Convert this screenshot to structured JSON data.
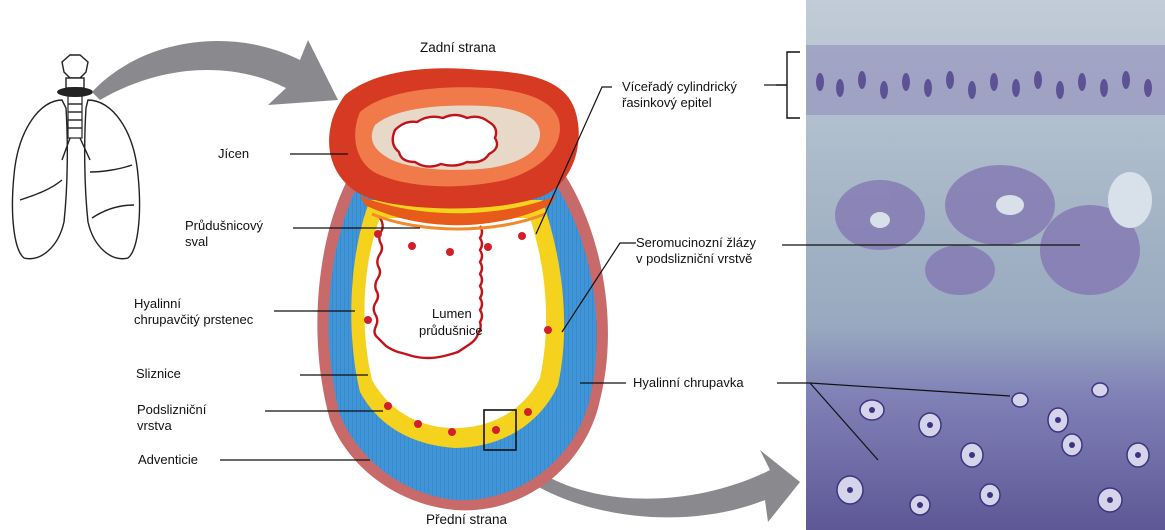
{
  "labels": {
    "top": "Zadní strana",
    "bottom": "Přední strana",
    "jicen": "Jícen",
    "sval_1": "Průdušnicový",
    "sval_2": "sval",
    "hyalinni_1": "Hyalinní",
    "hyalinni_2": "chrupavčitý prstenec",
    "sliznice": "Sliznice",
    "podsliz_1": "Podslizniční",
    "podsliz_2": "vrstva",
    "adventicie": "Adventicie",
    "lumen_1": "Lumen",
    "lumen_2": "průdušnice",
    "epitel_1": "Víceřadý cylindrický",
    "epitel_2": "řasinkový epitel",
    "zlazy_1": "Seromucinozní žlázy",
    "zlazy_2": "v podslizniční vrstvě",
    "chrupavka": "Hyalinní chrupavka"
  },
  "colors": {
    "esophagus_outer": "#d63a22",
    "esophagus_mid": "#f07a4a",
    "esophagus_inner": "#e8d8c8",
    "cartilage": "#3f95d8",
    "submucosa": "#f5d21e",
    "mucosa_line": "#c0141a",
    "adventitia": "#c86a6a",
    "arrow": "#8a8a8e",
    "histo_bg": "#9fb3c8",
    "histo_cartilage": "#6e6aa8"
  }
}
